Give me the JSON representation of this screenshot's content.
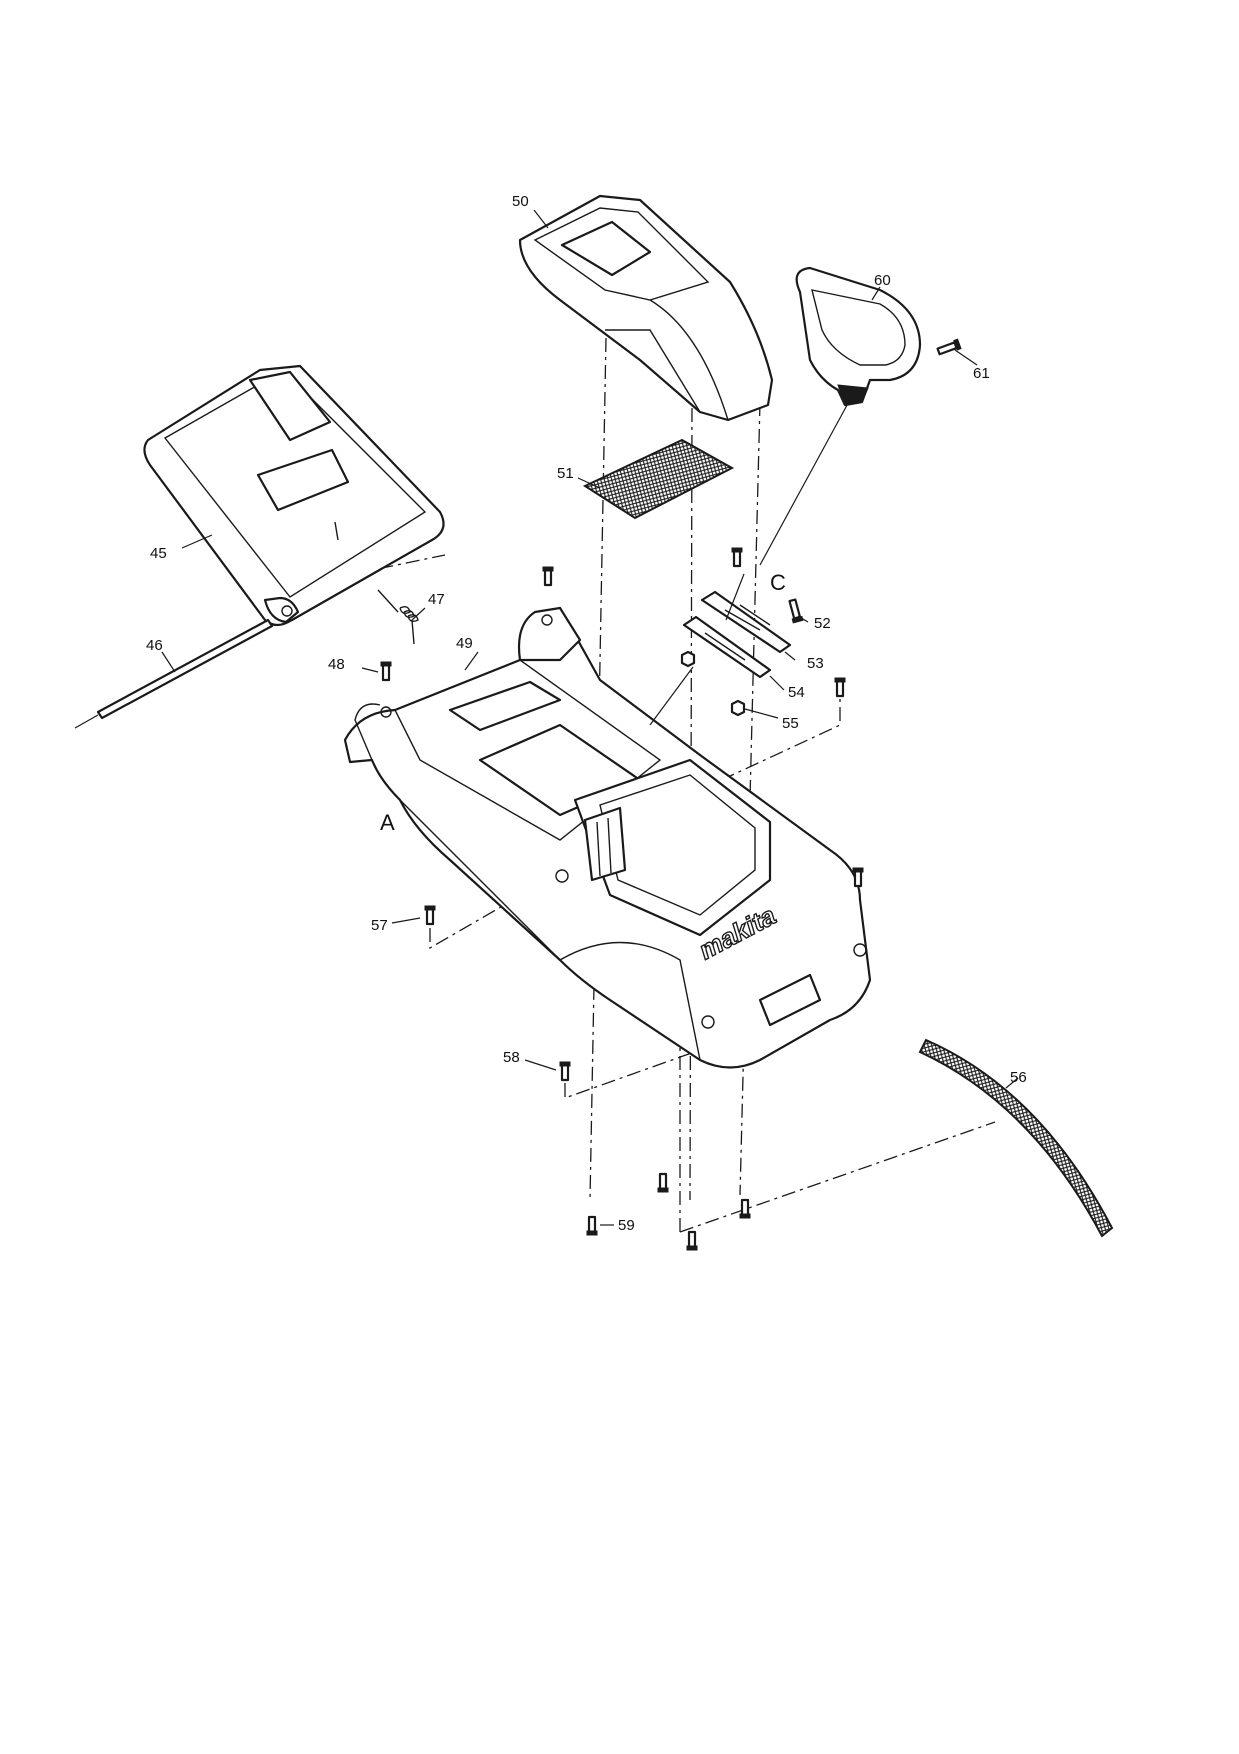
{
  "parts": {
    "p45": "45",
    "p46": "46",
    "p47": "47",
    "p48": "48",
    "p49": "49",
    "p50": "50",
    "p51": "51",
    "p52": "52",
    "p53": "53",
    "p54": "54",
    "p55": "55",
    "p56": "56",
    "p57": "57",
    "p58": "58",
    "p59": "59",
    "p60": "60",
    "p61": "61"
  },
  "reference_letters": {
    "a": "A",
    "c": "C"
  },
  "brand_text": "makita"
}
